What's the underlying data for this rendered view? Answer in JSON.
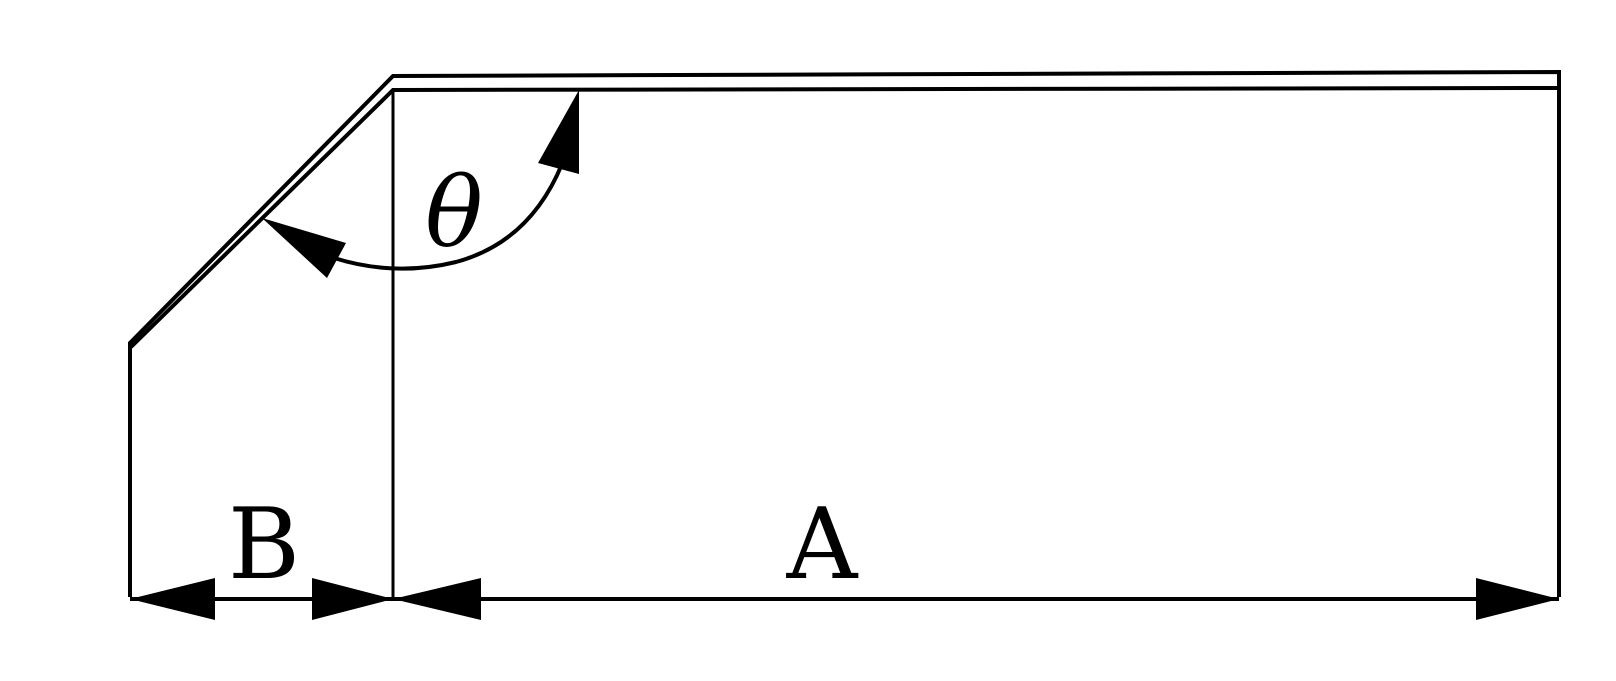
{
  "labels": {
    "angle": "θ",
    "short_dimension": "B",
    "long_dimension": "A"
  },
  "colors": {
    "stroke": "#000000",
    "background": "#ffffff"
  }
}
